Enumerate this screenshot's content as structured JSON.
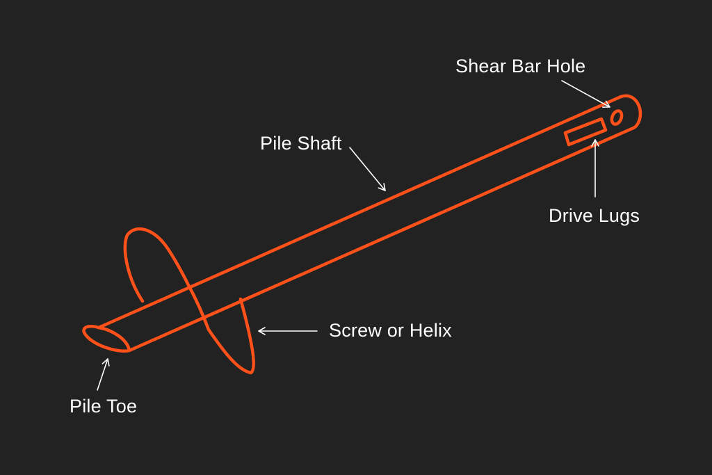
{
  "colors": {
    "background": "#222222",
    "outline": "#ff5119",
    "label_text": "#ffffff",
    "arrow": "#ffffff"
  },
  "labels": {
    "shear_bar_hole": "Shear Bar Hole",
    "pile_shaft": "Pile Shaft",
    "drive_lugs": "Drive Lugs",
    "screw_or_helix": "Screw or Helix",
    "pile_toe": "Pile Toe"
  }
}
